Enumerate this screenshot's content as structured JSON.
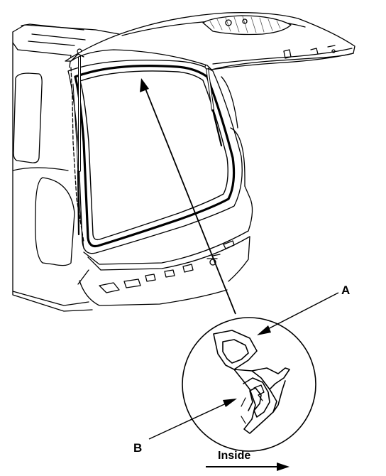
{
  "labels": {
    "a": "A",
    "b": "B",
    "direction": "Inside"
  },
  "colors": {
    "line": "#000000",
    "background": "#ffffff",
    "glass_hatch": "#555555"
  }
}
